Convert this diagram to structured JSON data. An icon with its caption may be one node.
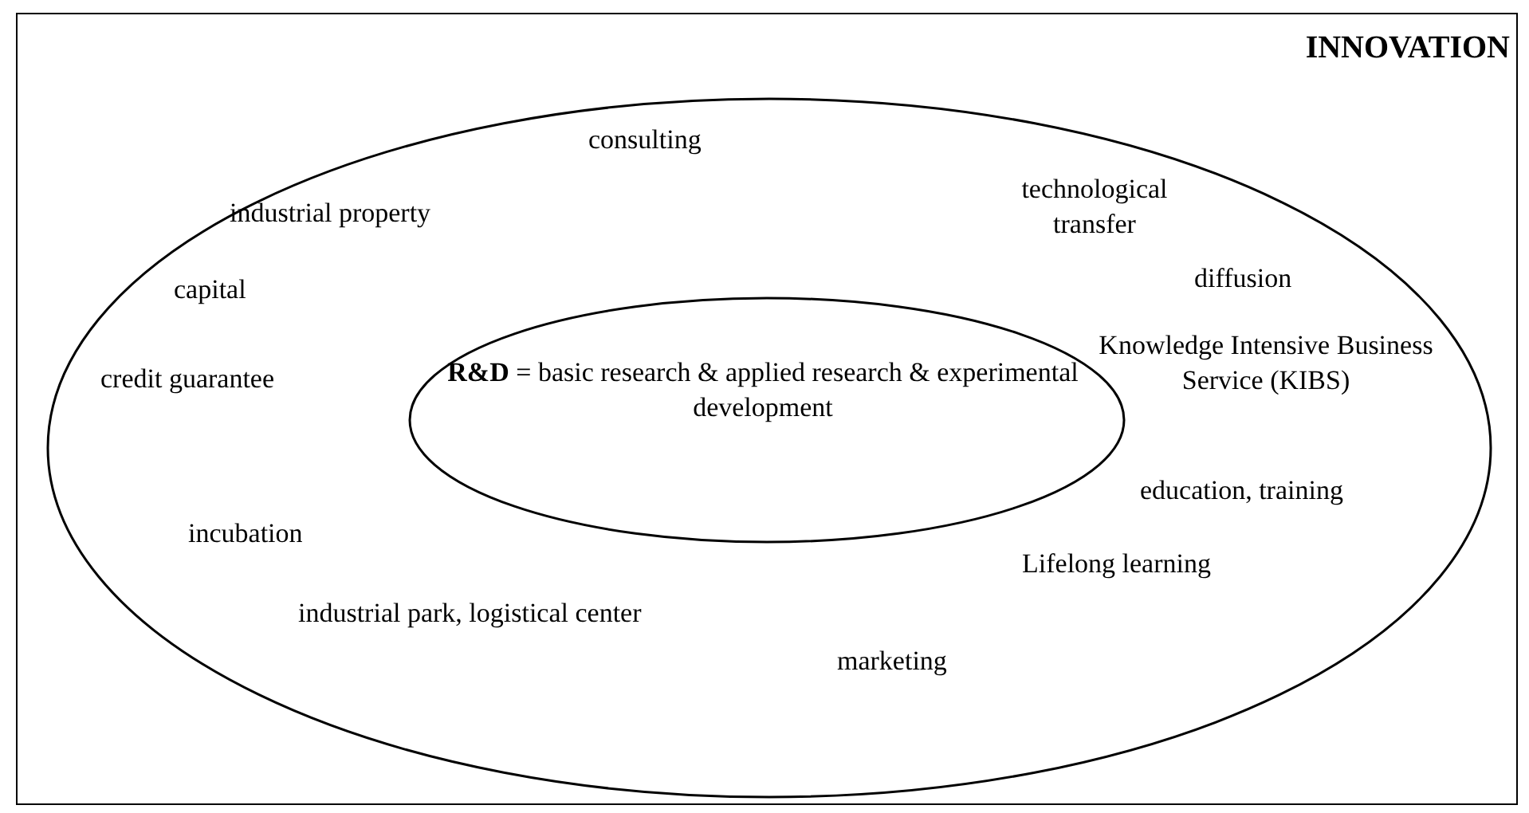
{
  "diagram": {
    "nodes": [
      {
        "text": [
          "INNOVATION"
        ]
      },
      {
        "text": [
          "consulting",
          "industrial property",
          "technological transfer",
          "capital",
          "diffusion",
          "credit guarantee",
          "Knowledge Intensive Business Service (KIBS)",
          "education, training",
          "incubation",
          "Lifelong learning",
          "industrial park, logistical center",
          "marketing"
        ],
        "in": 0
      },
      {
        "text": [
          "**R&D** = basic research & applied research & experimental development"
        ],
        "in": 1
      }
    ],
    "edges": []
  }
}
